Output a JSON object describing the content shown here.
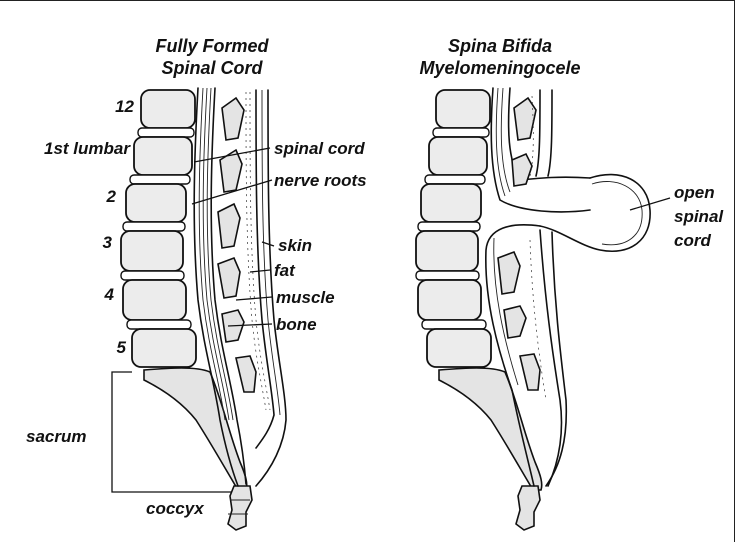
{
  "titles": {
    "left": [
      "Fully Formed",
      "Spinal Cord"
    ],
    "right": [
      "Spina Bifida",
      "Myelomeningocele"
    ]
  },
  "vertebra_labels": [
    "12",
    "1st lumbar",
    "2",
    "3",
    "4",
    "5"
  ],
  "region_labels": {
    "sacrum": "sacrum",
    "coccyx": "coccyx"
  },
  "anatomy_labels": {
    "spinal_cord": "spinal cord",
    "nerve_roots": "nerve roots",
    "skin": "skin",
    "fat": "fat",
    "muscle": "muscle",
    "bone": "bone"
  },
  "defect_label": [
    "open",
    "spinal",
    "cord"
  ],
  "colors": {
    "ink": "#111111",
    "bone_fill": "#e4e4e4",
    "background": "#ffffff"
  }
}
